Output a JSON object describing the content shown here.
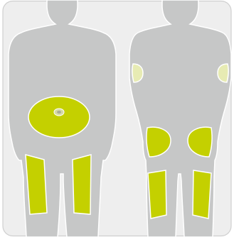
{
  "diagram": {
    "colors": {
      "background": "#eeeeee",
      "border": "#cfcfcf",
      "body": "#c6c7c7",
      "body_outline": "#ffffff",
      "highlight": "#c4d000",
      "highlight_light": "#e7ebb3",
      "navel_ring": "#d6d9a6",
      "navel_center": "#a8ab97"
    },
    "figures": [
      {
        "view": "front",
        "highlighted_areas": [
          "abdomen",
          "left-thigh-front",
          "right-thigh-front"
        ]
      },
      {
        "view": "back",
        "highlighted_areas": [
          "left-upper-arm-back",
          "right-upper-arm-back",
          "left-buttock",
          "right-buttock",
          "left-thigh-back",
          "right-thigh-back"
        ]
      }
    ]
  }
}
